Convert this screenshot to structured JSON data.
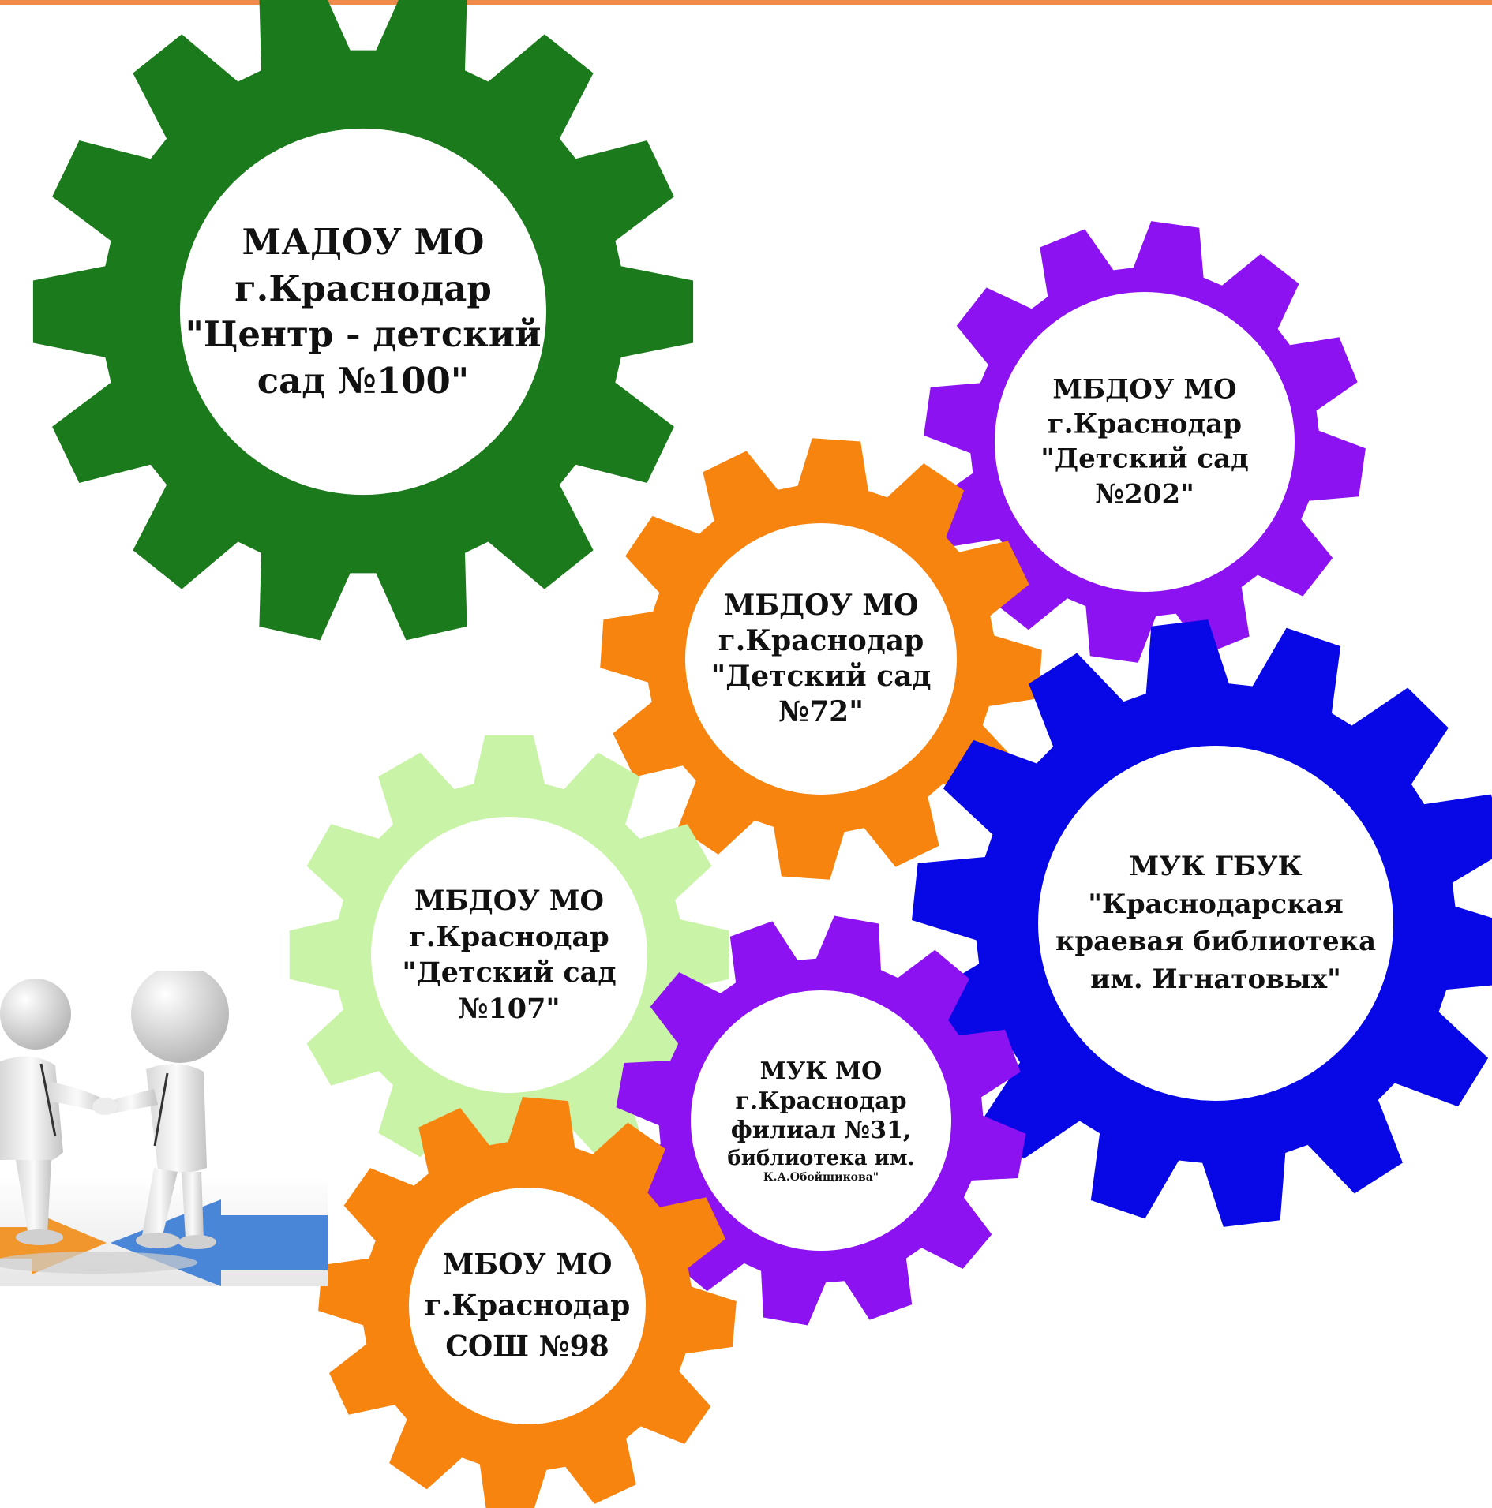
{
  "colors": {
    "top_rule": "#f08a4b",
    "green": "#1b7a1b",
    "light_green": "#c9f3a6",
    "orange": "#f7840e",
    "purple": "#8c12f2",
    "blue": "#0808e6"
  },
  "gears": [
    {
      "id": "madou-100",
      "color": "green",
      "lines": [
        "МАДОУ МО",
        "г.Краснодар",
        "\"Центр - детский",
        "сад №100\""
      ]
    },
    {
      "id": "mbdou-202",
      "color": "purple",
      "lines": [
        "МБДОУ МО",
        "г.Краснодар",
        "\"Детский сад",
        "№202\""
      ]
    },
    {
      "id": "mbdou-72",
      "color": "orange",
      "lines": [
        "МБДОУ МО",
        "г.Краснодар",
        "\"Детский сад",
        "№72\""
      ]
    },
    {
      "id": "muk-gbuk",
      "color": "blue",
      "lines": [
        "МУК ГБУК",
        "\"Краснодарская",
        "краевая библиотека",
        "им. Игнатовых\""
      ]
    },
    {
      "id": "mbdou-107",
      "color": "light_green",
      "lines": [
        "МБДОУ МО",
        "г.Краснодар",
        "\"Детский сад",
        "№107\""
      ]
    },
    {
      "id": "muk-31",
      "color": "purple",
      "lines": [
        "МУК МО",
        "г.Краснодар",
        "филиал №31,",
        "библиотека им.",
        "К.А.Обойщикова\""
      ]
    },
    {
      "id": "mbou-98",
      "color": "orange",
      "lines": [
        "МБОУ МО",
        "г.Краснодар",
        "СОШ №98"
      ]
    }
  ],
  "illustration": {
    "icon": "handshake-people-icon"
  }
}
